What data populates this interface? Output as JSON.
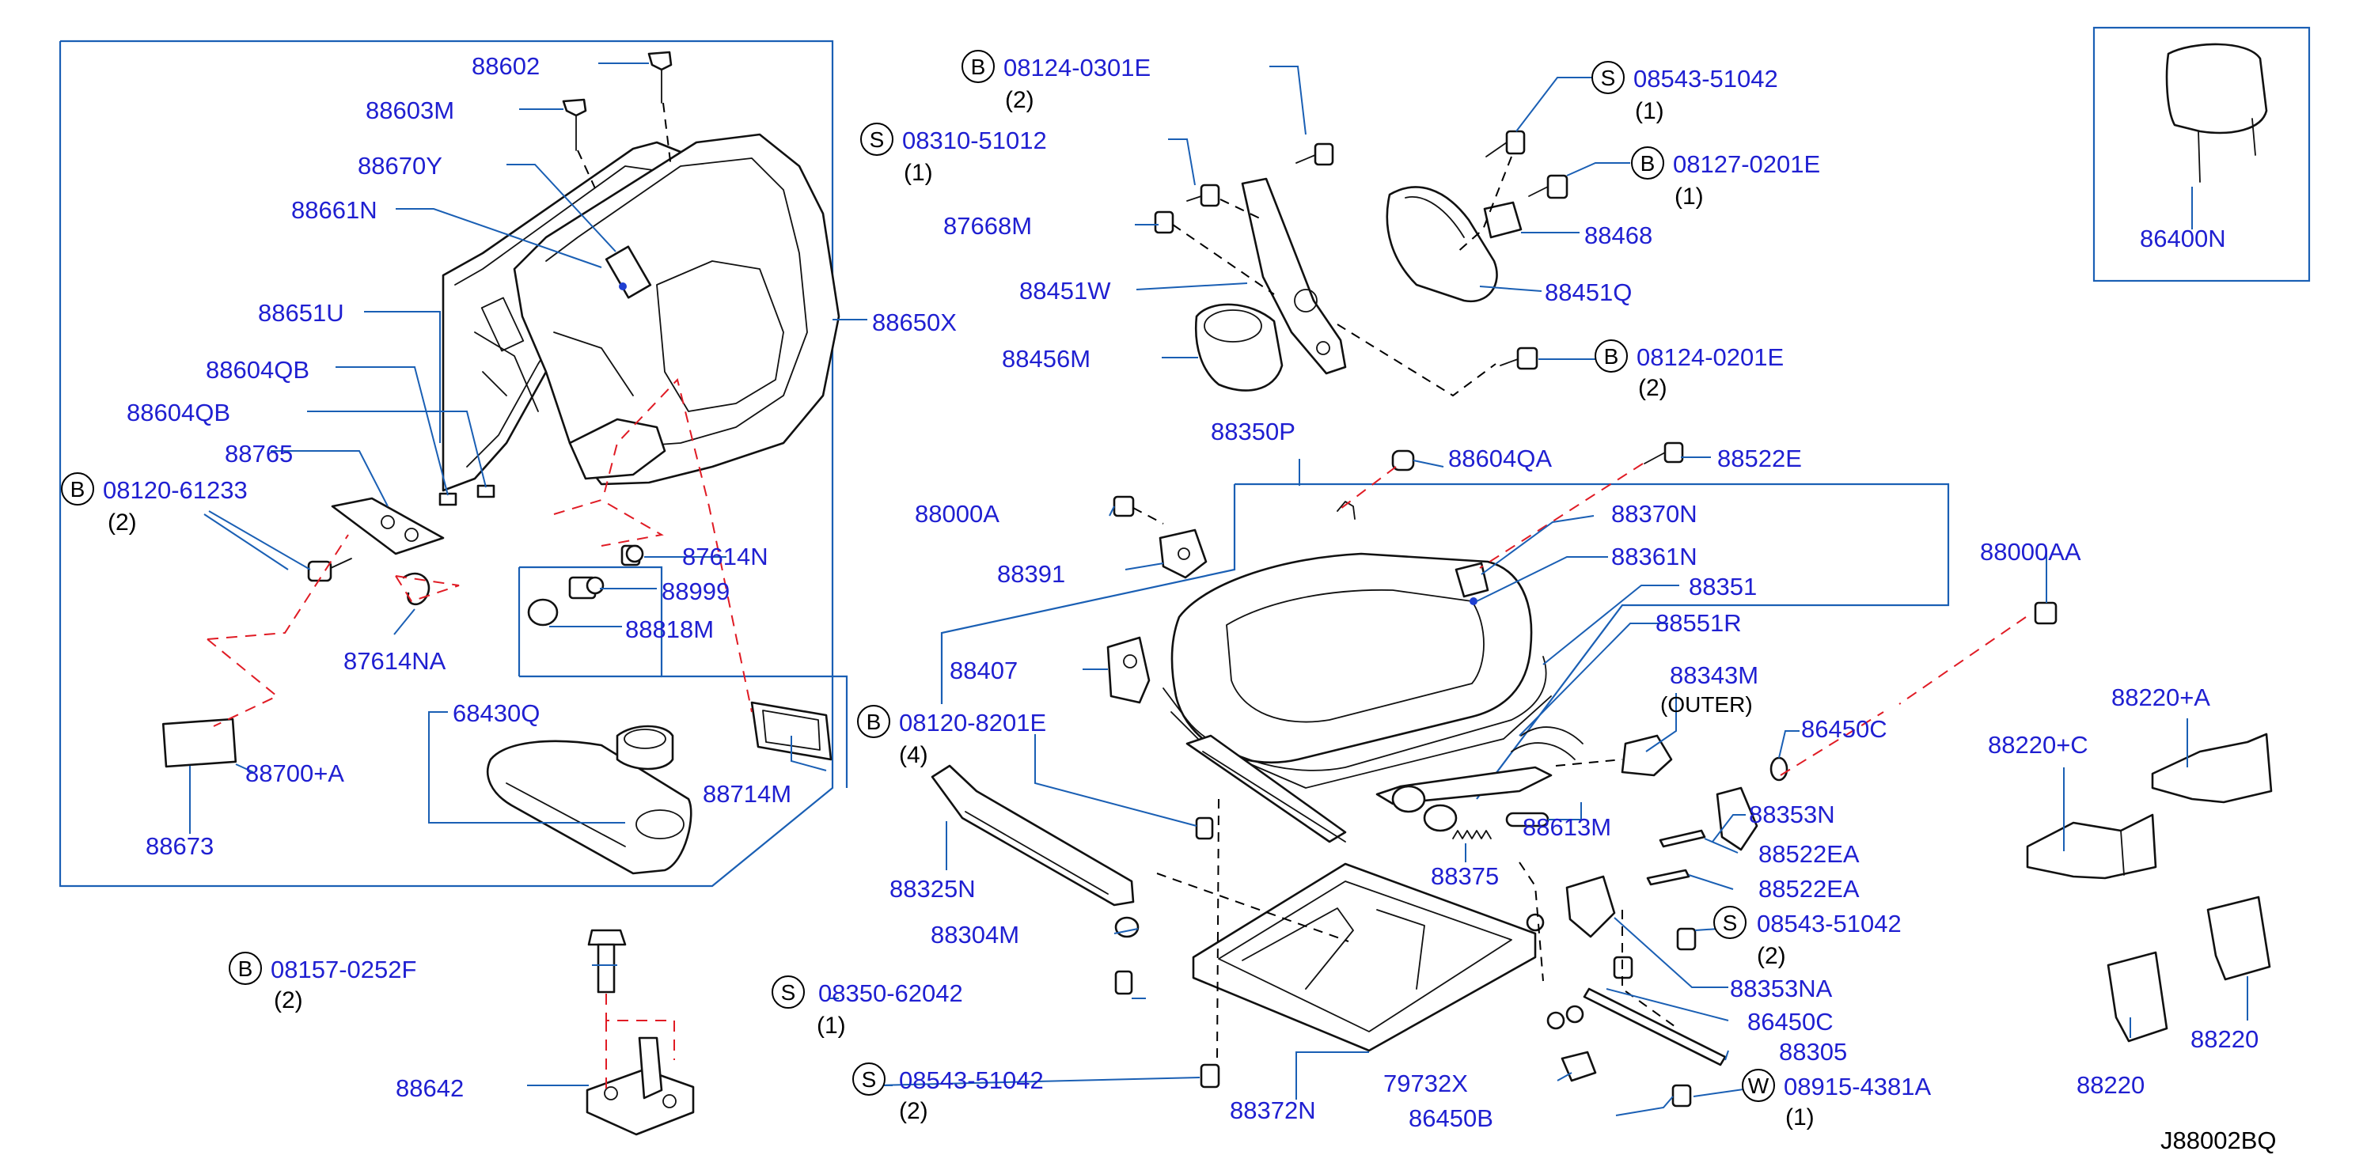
{
  "diagram_code": "J88002BQ",
  "labels": {
    "p88602": "88602",
    "p88603M": "88603M",
    "p88670Y": "88670Y",
    "p88661N": "88661N",
    "p88651U": "88651U",
    "p88650X": "88650X",
    "p88604QB_a": "88604QB",
    "p88604QB_b": "88604QB",
    "p88765": "88765",
    "p87614N": "87614N",
    "p88999": "88999",
    "p88818M": "88818M",
    "p87614NA": "87614NA",
    "p68430Q": "68430Q",
    "p88700A": "88700+A",
    "p88714M": "88714M",
    "p88673": "88673",
    "p88642": "88642",
    "p87668M": "87668M",
    "p88451W": "88451W",
    "p88456M": "88456M",
    "p88468": "88468",
    "p88451Q": "88451Q",
    "p88350P": "88350P",
    "p88604QA": "88604QA",
    "p88522E": "88522E",
    "p88000A": "88000A",
    "p88370N": "88370N",
    "p88361N": "88361N",
    "p88391": "88391",
    "p88351": "88351",
    "p88551R": "88551R",
    "p88407": "88407",
    "p88343M": "88343M",
    "p86450C_a": "86450C",
    "p88325N": "88325N",
    "p88353N": "88353N",
    "p88613M": "88613M",
    "p88522EA_a": "88522EA",
    "p88375": "88375",
    "p88522EA_b": "88522EA",
    "p88304M": "88304M",
    "p88353NA": "88353NA",
    "p86450C_b": "86450C",
    "p88305": "88305",
    "p79732X": "79732X",
    "p86450B": "86450B",
    "p88372N": "88372N",
    "p86400N": "86400N",
    "p88000AA": "88000AA",
    "p88220C": "88220+C",
    "p88220A": "88220+A",
    "p88220_a": "88220",
    "p88220_b": "88220"
  },
  "outer_note": "(OUTER)",
  "fasteners": {
    "f1": {
      "letter": "B",
      "pn": "08124-0301E",
      "qty": "(2)"
    },
    "f2": {
      "letter": "S",
      "pn": "08310-51012",
      "qty": "(1)"
    },
    "f3": {
      "letter": "S",
      "pn": "08543-51042",
      "qty": "(1)"
    },
    "f4": {
      "letter": "B",
      "pn": "08127-0201E",
      "qty": "(1)"
    },
    "f5": {
      "letter": "B",
      "pn": "08124-0201E",
      "qty": "(2)"
    },
    "f6": {
      "letter": "B",
      "pn": "08120-61233",
      "qty": "(2)"
    },
    "f7": {
      "letter": "B",
      "pn": "08120-8201E",
      "qty": "(4)"
    },
    "f8": {
      "letter": "S",
      "pn": "08543-51042",
      "qty": "(2)"
    },
    "f9": {
      "letter": "B",
      "pn": "08157-0252F",
      "qty": "(2)"
    },
    "f10": {
      "letter": "S",
      "pn": "08350-62042",
      "qty": "(1)"
    },
    "f11": {
      "letter": "S",
      "pn": "08543-51042",
      "qty": "(2)"
    },
    "f12": {
      "letter": "W",
      "pn": "08915-4381A",
      "qty": "(1)"
    }
  }
}
